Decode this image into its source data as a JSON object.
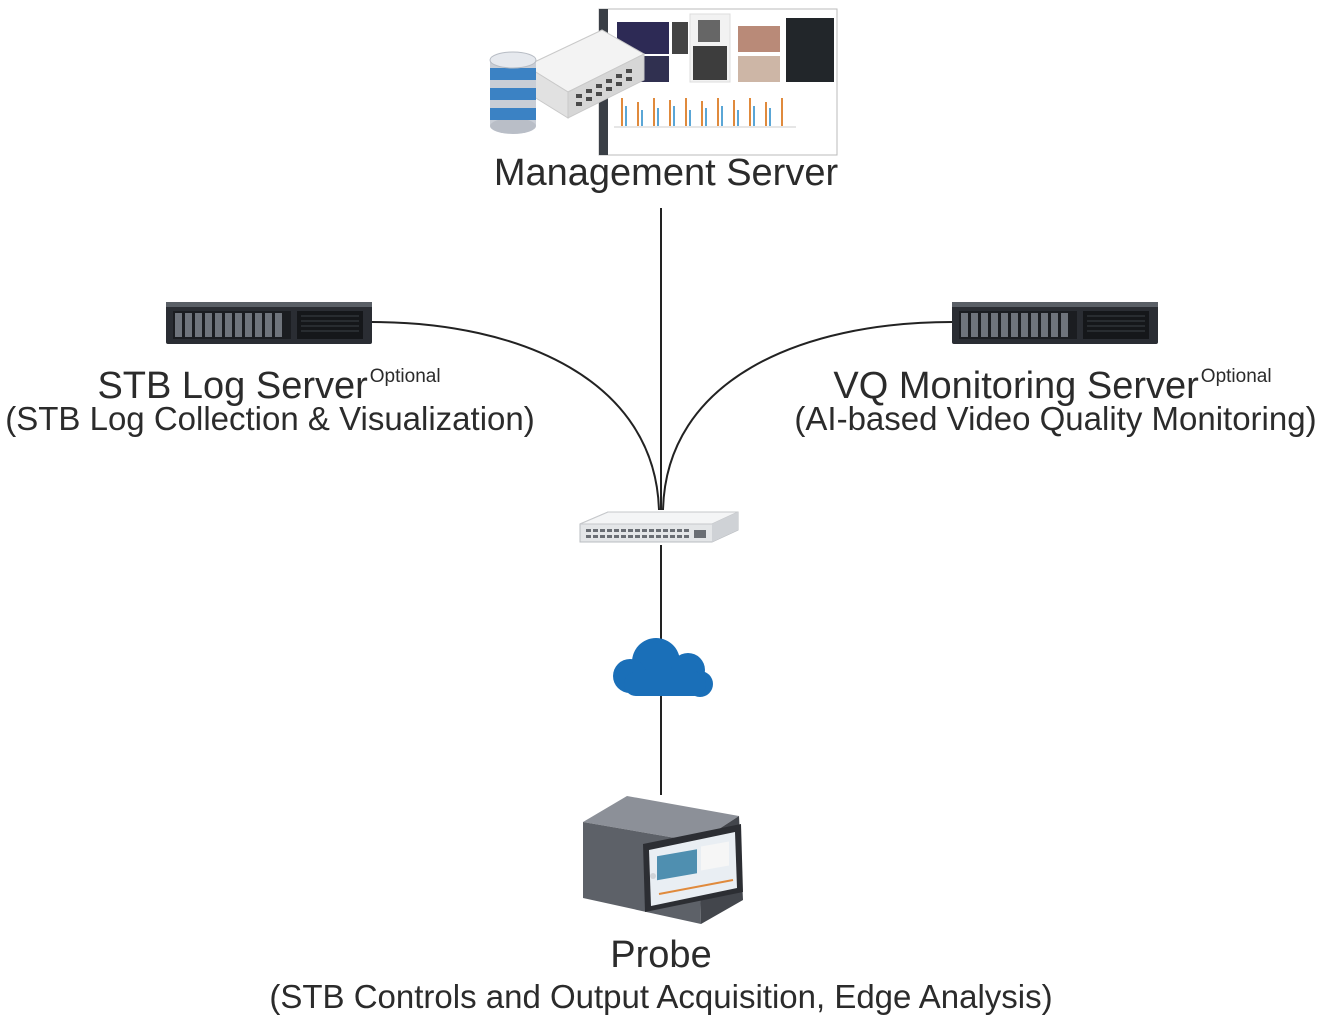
{
  "management": {
    "title": "Management Server"
  },
  "stb_log": {
    "title": "STB Log Server",
    "badge": "Optional",
    "subtitle": "(STB Log Collection & Visualization)"
  },
  "vq": {
    "title": "VQ Monitoring Server",
    "badge": "Optional",
    "subtitle": "(AI-based Video Quality Monitoring)"
  },
  "probe": {
    "title": "Probe",
    "subtitle": "(STB Controls and Output Acquisition, Edge Analysis)"
  },
  "colors": {
    "line": "#222222",
    "cloud": "#1a6fb8",
    "rack": "#2a2d33"
  }
}
